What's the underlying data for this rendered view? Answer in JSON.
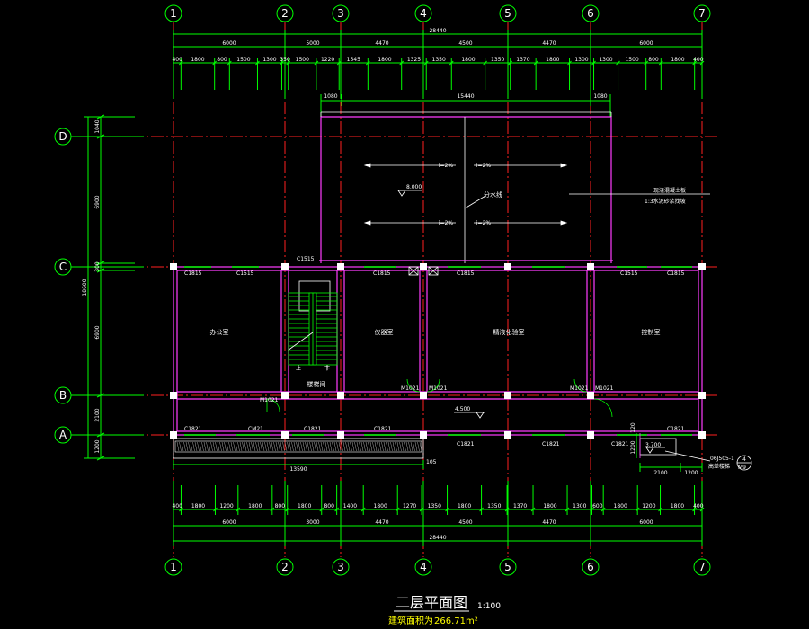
{
  "colors": {
    "background": "#000000",
    "dimension": "#00ff00",
    "axis": "#ff2020",
    "wall": "#ff3cff",
    "text": "#ffffff",
    "footer": "#ffff00"
  },
  "axes": {
    "vertical": [
      "1",
      "2",
      "3",
      "4",
      "5",
      "6",
      "7"
    ],
    "horizontal": [
      "D",
      "C",
      "B",
      "A"
    ]
  },
  "dims": {
    "overall": "28440",
    "top_row1": [
      "6000",
      "5000",
      "4470",
      "4500",
      "4470",
      "6000"
    ],
    "top_row2": [
      "400",
      "1800",
      "800",
      "1500",
      "1300",
      "350",
      "1500",
      "1220",
      "1545",
      "1800",
      "1325",
      "1350",
      "1800",
      "1350",
      "1370",
      "1800",
      "1300",
      "1300",
      "1500",
      "800",
      "1800",
      "400"
    ],
    "canopy": [
      "1080",
      "15440",
      "1080"
    ],
    "left_segments": [
      "1040",
      "6900",
      "300",
      "6900",
      "2100",
      "1200"
    ],
    "left_total": "18600",
    "bottom_row1": [
      "400",
      "1800",
      "1200",
      "1800",
      "800",
      "1800",
      "800",
      "1400",
      "1800",
      "1270",
      "1350",
      "1800",
      "1350",
      "1370",
      "1800",
      "1300",
      "600",
      "1800",
      "1200",
      "1800",
      "400"
    ],
    "bottom_row2": [
      "6000",
      "3000",
      "4470",
      "4500",
      "4470",
      "6000"
    ],
    "corridor_len": "13590",
    "corridor_end": "105",
    "side_stair": [
      "2100",
      "1200"
    ],
    "side_vertical": "1200",
    "side_small": "120"
  },
  "labels": {
    "rooms": [
      "办公室",
      "楼梯间",
      "仪器室",
      "精液化验室",
      "控制室"
    ],
    "windows_c": [
      "C1815",
      "C1515",
      "C1515",
      "C1815",
      "C1815",
      "C1515",
      "C1815"
    ],
    "windows_a": [
      "C1821",
      "CM21",
      "C1821",
      "C1821",
      "C1821",
      "C1821",
      "C1821",
      "C1821"
    ],
    "doors": [
      "M1021",
      "M1021",
      "M1021",
      "M1021",
      "M1021"
    ],
    "slopes": [
      "i=2%",
      "i=2%",
      "i=2%",
      "i=2%"
    ],
    "elevations": [
      "8.000",
      "4.500",
      "3.700"
    ],
    "divide_line": "分水线",
    "roof_note1": "现浇混凝土板",
    "roof_note2": "1:3水泥砂浆找坡",
    "detail_ref": "06J505-1",
    "detail_num": "4",
    "side_note": "高差楼梯",
    "side_note2": "M9",
    "stair_up": "上",
    "stair_down": "下"
  },
  "footer": {
    "title": "二层平面图",
    "scale": "1:100",
    "area_label": "建筑面积为",
    "area_value": "266.71",
    "area_unit": "m²"
  }
}
